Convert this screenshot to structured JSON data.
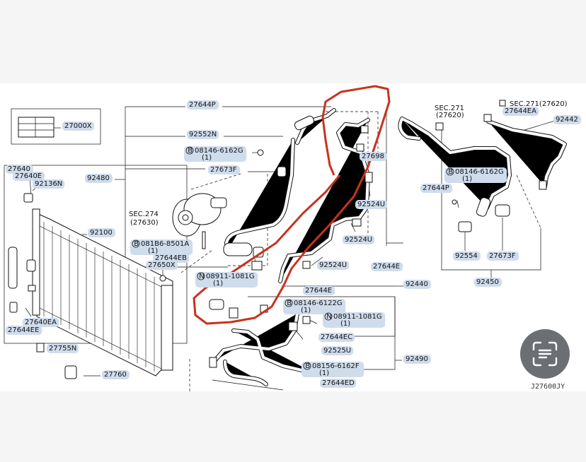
{
  "diagram_code": "J27600JY",
  "sections": [
    {
      "id": "sec271a",
      "line1": "SEC.271",
      "line2": "(27620)"
    },
    {
      "id": "sec271b",
      "line1": "SEC.271(27620)",
      "line2": ""
    },
    {
      "id": "sec274",
      "line1": "SEC.274",
      "line2": "(27630)"
    }
  ],
  "labels": [
    {
      "id": "27000X",
      "text": "27000X"
    },
    {
      "id": "27644P_a",
      "text": "27644P"
    },
    {
      "id": "92552N",
      "text": "92552N"
    },
    {
      "id": "08146-6162G_a",
      "text": "08146-6162G",
      "prefix": "B",
      "qty": "(1)"
    },
    {
      "id": "27673F_a",
      "text": "27673F"
    },
    {
      "id": "92480",
      "text": "92480"
    },
    {
      "id": "27640",
      "text": "27640"
    },
    {
      "id": "27640E",
      "text": "27640E"
    },
    {
      "id": "92136N",
      "text": "92136N"
    },
    {
      "id": "92100",
      "text": "92100"
    },
    {
      "id": "081B6-8501A",
      "text": "081B6-8501A",
      "prefix": "B",
      "qty": "(1)"
    },
    {
      "id": "27644EB",
      "text": "27644EB"
    },
    {
      "id": "27650X",
      "text": "27650X"
    },
    {
      "id": "08911-1081G_a",
      "text": "08911-1081G",
      "prefix": "N",
      "qty": "(1)"
    },
    {
      "id": "27640EA",
      "text": "27640EA"
    },
    {
      "id": "27644EE",
      "text": "27644EE"
    },
    {
      "id": "27755N",
      "text": "27755N"
    },
    {
      "id": "27760",
      "text": "27760"
    },
    {
      "id": "27698",
      "text": "27698"
    },
    {
      "id": "92524U_a",
      "text": "92524U"
    },
    {
      "id": "92524U_b",
      "text": "92524U"
    },
    {
      "id": "92524U_c",
      "text": "92524U"
    },
    {
      "id": "27644E",
      "text": "27644E"
    },
    {
      "id": "27644E_b",
      "text": "27644E"
    },
    {
      "id": "92440",
      "text": "92440"
    },
    {
      "id": "08146-6122G",
      "text": "08146-6122G",
      "prefix": "B",
      "qty": "(1)"
    },
    {
      "id": "08911-1081G_b",
      "text": "08911-1081G",
      "prefix": "N",
      "qty": "(1)"
    },
    {
      "id": "27644EC",
      "text": "27644EC"
    },
    {
      "id": "92525U",
      "text": "92525U"
    },
    {
      "id": "92490",
      "text": "92490"
    },
    {
      "id": "08156-6162F",
      "text": "08156-6162F",
      "prefix": "B",
      "qty": "(1)"
    },
    {
      "id": "27644ED",
      "text": "27644ED"
    },
    {
      "id": "27644EA",
      "text": "27644EA"
    },
    {
      "id": "92442",
      "text": "92442"
    },
    {
      "id": "08146-6162G_b",
      "text": "08146-6162G",
      "prefix": "B",
      "qty": "(1)"
    },
    {
      "id": "27644P_b",
      "text": "27644P"
    },
    {
      "id": "92554",
      "text": "92554"
    },
    {
      "id": "27673F_b",
      "text": "27673F"
    },
    {
      "id": "92450",
      "text": "92450"
    }
  ],
  "annotation": {
    "color": "#c8321e",
    "icon": "red-outline-annotation"
  },
  "lens_button": {
    "icon": "google-lens-icon",
    "color": "#6b6f73"
  }
}
